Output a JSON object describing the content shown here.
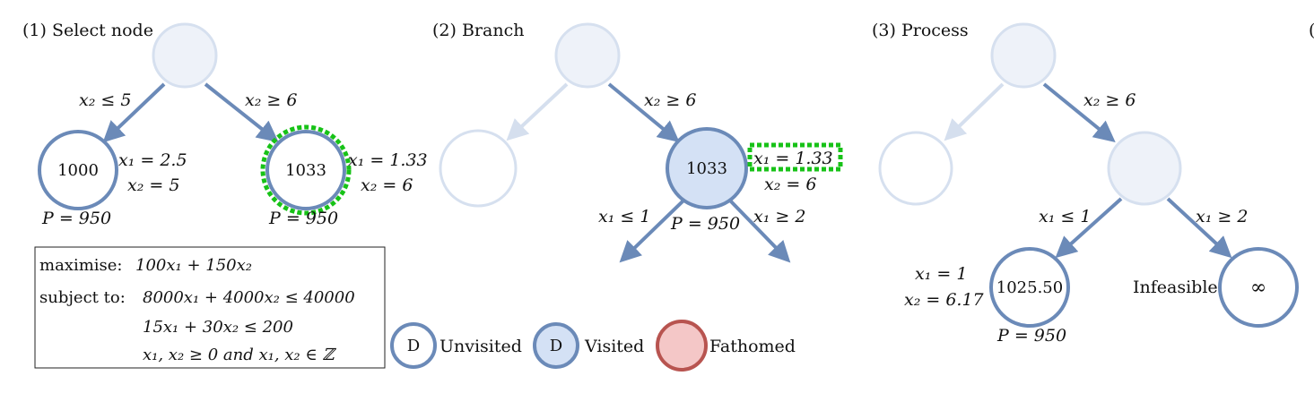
{
  "colors": {
    "edge": "#6b8ab8",
    "edge_faded": "#d5dfee",
    "node_stroke": "#6b8ab8",
    "node_faded_fill": "#eef2f9",
    "node_faded_stroke": "#d6e0ef",
    "visited_fill": "#d4e1f5",
    "fathomed_fill": "#f4c7c7",
    "fathomed_stroke": "#b85450",
    "highlight": "#17c217"
  },
  "panels": [
    {
      "title": "(1) Select node",
      "left_node": {
        "value": "1000",
        "x1": "x₁ = 2.5",
        "x2": "x₂ = 5",
        "p": "P = 950"
      },
      "right_node": {
        "value": "1033",
        "x1": "x₁ = 1.33",
        "x2": "x₂ = 6",
        "p": "P = 950"
      },
      "left_edge": "x₂ ≤ 5",
      "right_edge": "x₂ ≥ 6"
    },
    {
      "title": "(2) Branch",
      "right_edge": "x₂ ≥ 6",
      "node": {
        "value": "1033",
        "x1": "x₁ = 1.33",
        "x2": "x₂ = 6",
        "p": "P = 950"
      },
      "branch_left": "x₁ ≤ 1",
      "branch_right": "x₁ ≥ 2"
    },
    {
      "title": "(3) Process",
      "right_edge": "x₂ ≥ 6",
      "branch_left": "x₁ ≤ 1",
      "branch_right": "x₁ ≥ 2",
      "left_child": {
        "value": "1025.50",
        "x1": "x₁ = 1",
        "x2": "x₂ = 6.17",
        "p": "P = 950"
      },
      "right_child": {
        "value": "∞",
        "label": "Infeasible"
      }
    },
    {
      "title": "("
    }
  ],
  "lp": {
    "objective_label": "maximise:",
    "objective": "100x₁ + 150x₂",
    "constraints_label": "subject to:",
    "constraints": [
      "8000x₁ + 4000x₂ ≤ 40000",
      "15x₁ + 30x₂ ≤ 200",
      "x₁, x₂ ≥ 0  and  x₁, x₂ ∈ ℤ"
    ]
  },
  "legend": {
    "unvisited_symbol": "D",
    "unvisited_label": "Unvisited",
    "visited_symbol": "D",
    "visited_label": "Visited",
    "fathomed_label": "Fathomed"
  }
}
